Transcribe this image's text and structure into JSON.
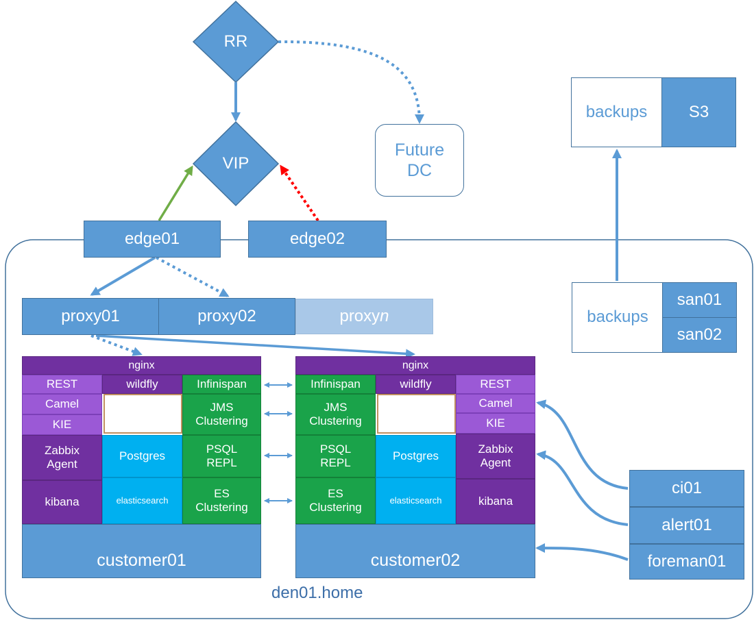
{
  "top": {
    "rr": "RR",
    "vip": "VIP",
    "future_dc": "Future\nDC",
    "edge01": "edge01",
    "edge02": "edge02"
  },
  "offsite": {
    "backups": "backups",
    "s3": "S3"
  },
  "san": {
    "backups": "backups",
    "san01": "san01",
    "san02": "san02"
  },
  "proxies": {
    "proxy01": "proxy01",
    "proxy02": "proxy02",
    "proxyn_prefix": "proxy",
    "proxyn_suffix": "n"
  },
  "customer01": {
    "nginx": "nginx",
    "rest": "REST",
    "wildfly": "wildfly",
    "infinispan": "Infinispan",
    "camel": "Camel",
    "jms": "JMS\nClustering",
    "kie": "KIE",
    "zabbix": "Zabbix\nAgent",
    "postgres": "Postgres",
    "psql": "PSQL\nREPL",
    "kibana": "kibana",
    "elasticsearch": "elasticsearch",
    "es": "ES\nClustering",
    "name": "customer01"
  },
  "customer02": {
    "nginx": "nginx",
    "infinispan": "Infinispan",
    "wildfly": "wildfly",
    "rest": "REST",
    "jms": "JMS\nClustering",
    "camel": "Camel",
    "kie": "KIE",
    "psql": "PSQL\nREPL",
    "postgres": "Postgres",
    "zabbix": "Zabbix\nAgent",
    "es": "ES\nClustering",
    "elasticsearch": "elasticsearch",
    "kibana": "kibana",
    "name": "customer02"
  },
  "services": {
    "ci01": "ci01",
    "alert01": "alert01",
    "foreman01": "foreman01"
  },
  "domain_label": "den01.home",
  "colors": {
    "node_blue": "#5b9bd5",
    "node_border": "#41719c",
    "active_link": "#70ad47",
    "standby_link": "#ff0000",
    "nginx_purple": "#7030a0",
    "lavender": "#9b59d6",
    "cluster_green": "#1aa34a",
    "db_cyan": "#00b0f0"
  }
}
